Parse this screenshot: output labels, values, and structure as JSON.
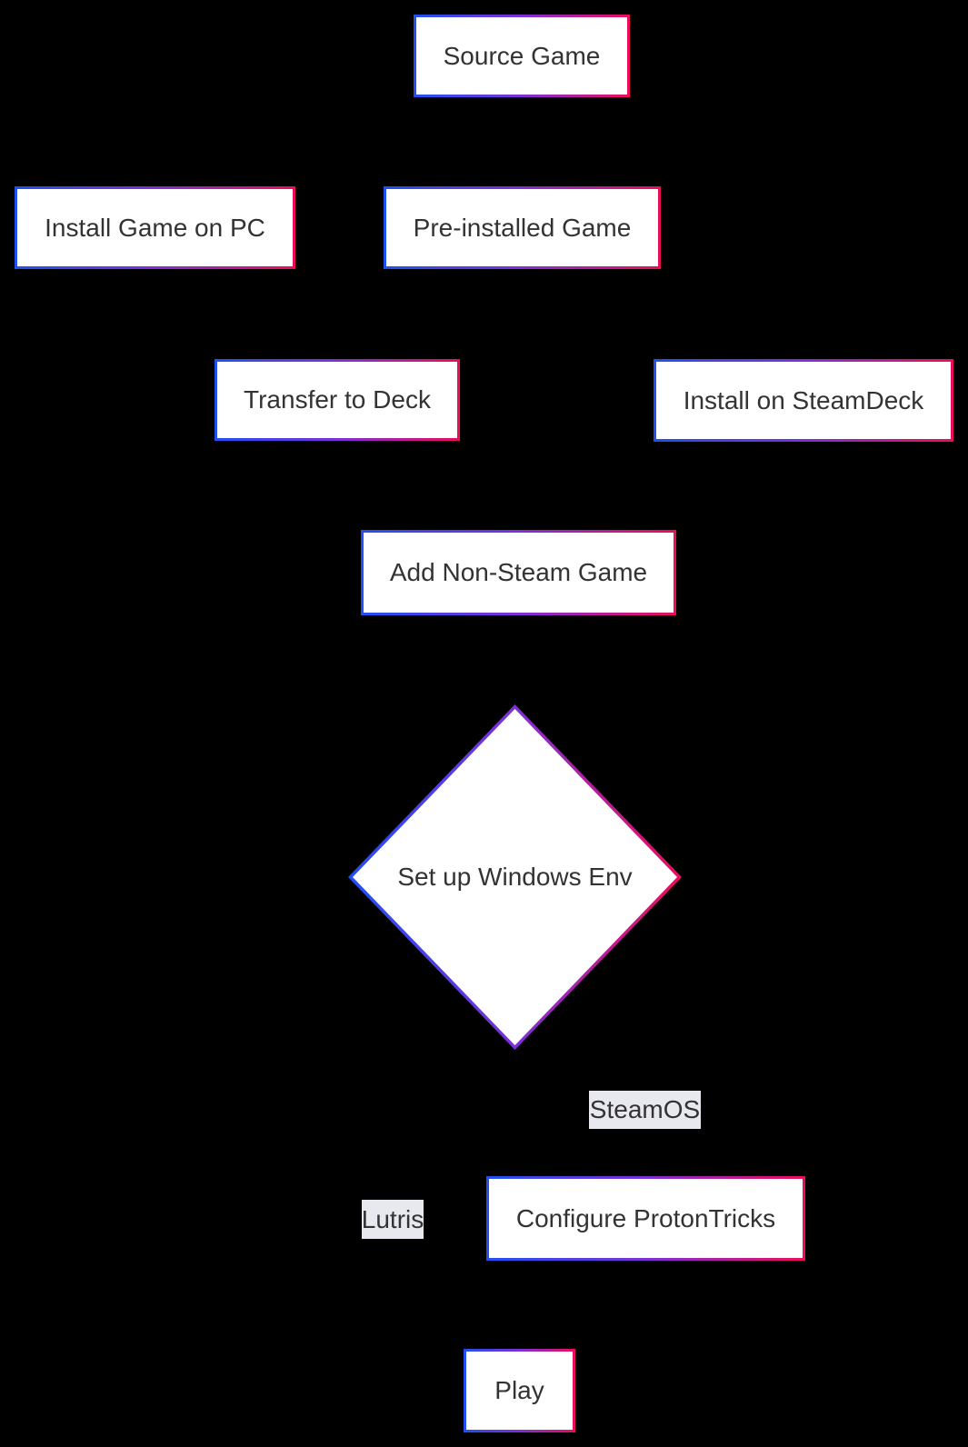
{
  "diagram": {
    "type": "flowchart",
    "direction": "top-down",
    "nodes": [
      {
        "id": "source",
        "label": "Source Game",
        "shape": "rect"
      },
      {
        "id": "install-pc",
        "label": "Install Game on PC",
        "shape": "rect"
      },
      {
        "id": "preinstalled",
        "label": "Pre-installed Game",
        "shape": "rect"
      },
      {
        "id": "transfer",
        "label": "Transfer to Deck",
        "shape": "rect"
      },
      {
        "id": "install-deck",
        "label": "Install on SteamDeck",
        "shape": "rect"
      },
      {
        "id": "add-nonsteam",
        "label": "Add Non-Steam Game",
        "shape": "rect"
      },
      {
        "id": "setup-env",
        "label": "Set up Windows Env",
        "shape": "diamond"
      },
      {
        "id": "configure",
        "label": "Configure ProtonTricks",
        "shape": "rect"
      },
      {
        "id": "play",
        "label": "Play",
        "shape": "rect"
      }
    ],
    "edge_labels": [
      {
        "id": "steamos",
        "label": "SteamOS"
      },
      {
        "id": "lutris",
        "label": "Lutris"
      }
    ],
    "theme": {
      "background": "#000000",
      "node_fill": "#ffffff",
      "text_color": "#333333",
      "gradient_left": "#2050f0",
      "gradient_mid": "#7d30d8",
      "gradient_right": "#ec0c5c",
      "edge_label_bg": "#e8e8ef"
    }
  }
}
